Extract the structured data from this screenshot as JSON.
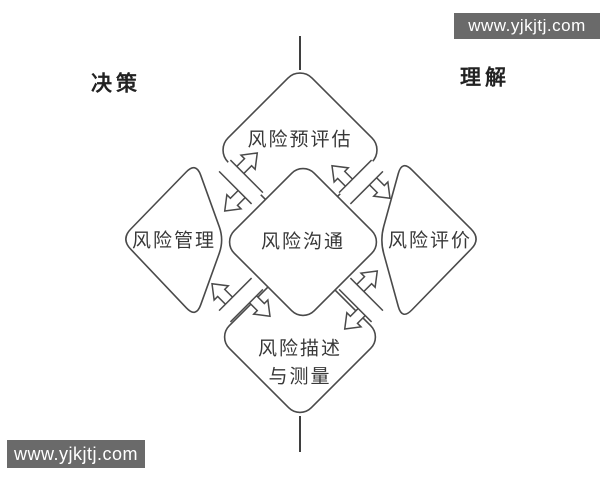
{
  "watermarks": {
    "top_right": {
      "text": "www.yjkjtj.com",
      "bg": "#6a6a6a",
      "color": "#ffffff"
    },
    "bottom_left": {
      "text": "www.yjkjtj.com",
      "bg": "#6a6a6a",
      "color": "#ffffff"
    }
  },
  "labels": {
    "left": "决策",
    "right": "理解"
  },
  "diagram": {
    "type": "diamond-cycle",
    "nodes": {
      "top": "风险预评估",
      "left": "风险管理",
      "center": "风险沟通",
      "right": "风险评价",
      "bottom_line1": "风险描述",
      "bottom_line2": "与测量"
    },
    "connections": [
      "top-left bidirectional arrow",
      "top-right bidirectional arrow",
      "bottom-left bidirectional arrow",
      "bottom-right bidirectional arrow"
    ],
    "colors": {
      "stroke": "#4a4a4a",
      "node_text": "#383838",
      "side_label_text": "#222222",
      "background": "#ffffff"
    }
  }
}
